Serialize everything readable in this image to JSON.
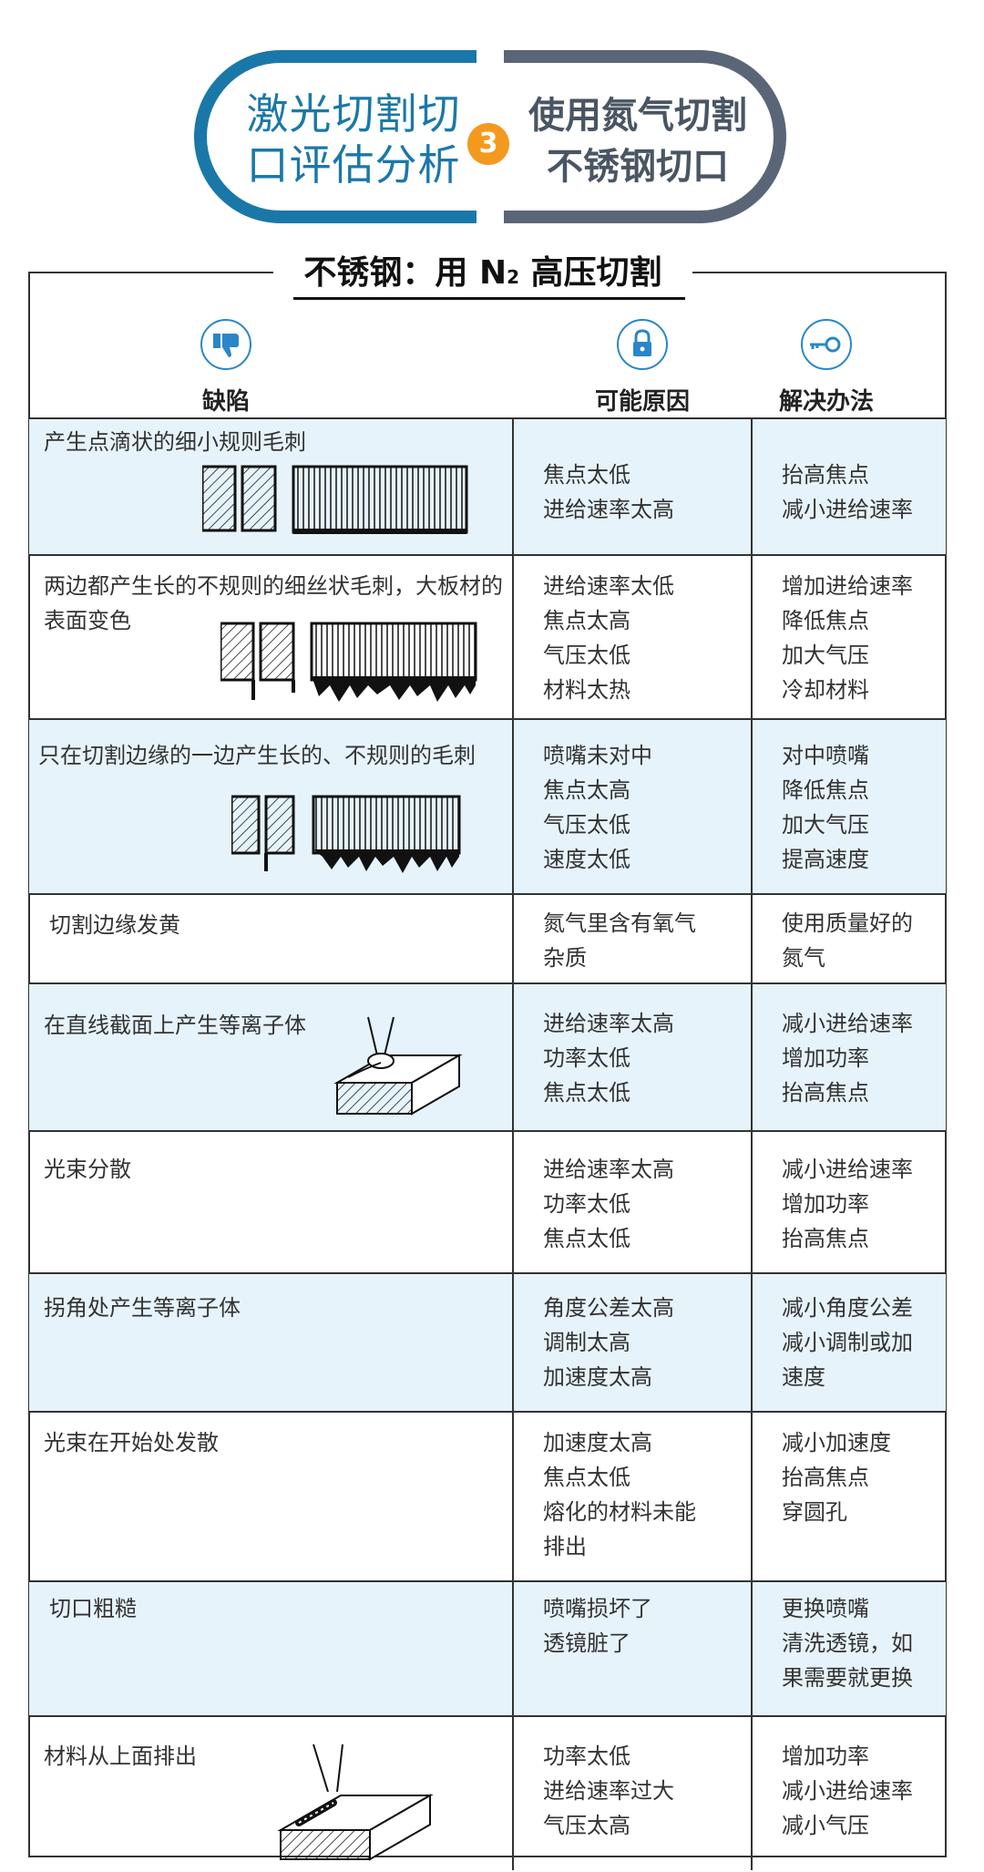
{
  "header": {
    "title_left_line1": "激光切割切",
    "title_left_line2": "口评估分析",
    "badge": "3",
    "title_right_line1": "使用氮气切割",
    "title_right_line2": "不锈钢切口",
    "left_color": "#1a78a8",
    "right_color": "#5a6677",
    "badge_color": "#f39a1e"
  },
  "table_title": {
    "prefix": "不锈钢：用 N",
    "subscript": "2",
    "suffix": " 高压切割"
  },
  "columns": [
    {
      "label": "缺陷",
      "icon": "thumbs-down-icon"
    },
    {
      "label": "可能原因",
      "icon": "lock-icon"
    },
    {
      "label": "解决办法",
      "icon": "key-icon"
    }
  ],
  "rows": [
    {
      "defect": "产生点滴状的细小规则毛刺",
      "causes": [
        "焦点太低",
        "进给速率太高"
      ],
      "solutions": [
        "抬高焦点",
        "减小进给速率"
      ]
    },
    {
      "defect": "两边都产生长的不规则的细丝状毛刺，大板材的表面变色",
      "causes": [
        "进给速率太低",
        "焦点太高",
        "气压太低",
        "材料太热"
      ],
      "solutions": [
        "增加进给速率",
        "降低焦点",
        "加大气压",
        "冷却材料"
      ]
    },
    {
      "defect": "只在切割边缘的一边产生长的、不规则的毛刺",
      "causes": [
        "喷嘴未对中",
        "焦点太高",
        "气压太低",
        "速度太低"
      ],
      "solutions": [
        "对中喷嘴",
        "降低焦点",
        "加大气压",
        "提高速度"
      ]
    },
    {
      "defect": "切割边缘发黄",
      "causes": [
        "氮气里含有氧气",
        "杂质"
      ],
      "solutions": [
        "使用质量好的",
        "氮气"
      ]
    },
    {
      "defect": "在直线截面上产生等离子体",
      "causes": [
        "进给速率太高",
        "功率太低",
        "焦点太低"
      ],
      "solutions": [
        "减小进给速率",
        "增加功率",
        "抬高焦点"
      ]
    },
    {
      "defect": "光束分散",
      "causes": [
        "进给速率太高",
        "功率太低",
        "焦点太低"
      ],
      "solutions": [
        "减小进给速率",
        "增加功率",
        "抬高焦点"
      ]
    },
    {
      "defect": "拐角处产生等离子体",
      "causes": [
        "角度公差太高",
        "调制太高",
        "加速度太高"
      ],
      "solutions": [
        "减小角度公差",
        "减小调制或加",
        "速度"
      ]
    },
    {
      "defect": "光束在开始处发散",
      "causes": [
        "加速度太高",
        "焦点太低",
        "熔化的材料未能",
        "排出"
      ],
      "solutions": [
        "减小加速度",
        "抬高焦点",
        "穿圆孔"
      ]
    },
    {
      "defect": "切口粗糙",
      "causes": [
        "喷嘴损坏了",
        "透镜脏了"
      ],
      "solutions": [
        "更换喷嘴",
        "清洗透镜，如",
        "果需要就更换"
      ]
    },
    {
      "defect": "材料从上面排出",
      "causes": [
        "功率太低",
        "进给速率过大",
        "气压太高"
      ],
      "solutions": [
        "增加功率",
        "减小进给速率",
        "减小气压"
      ]
    }
  ]
}
